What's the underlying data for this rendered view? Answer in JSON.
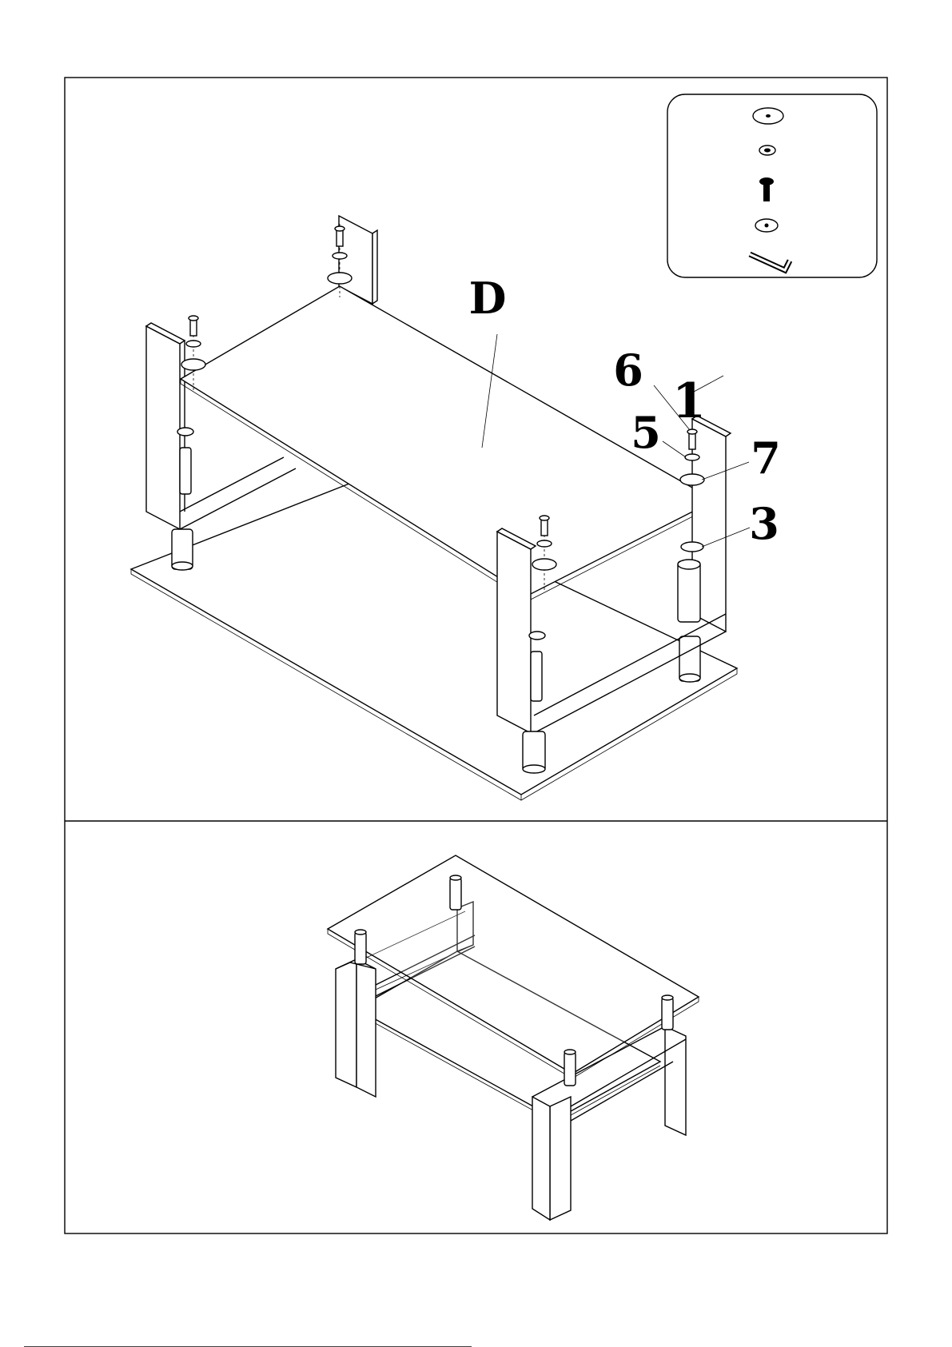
{
  "labels": {
    "glass_top": "D",
    "part_1": "1",
    "part_3": "3",
    "part_5": "5",
    "part_6": "6",
    "part_7": "7"
  },
  "hardware_box": {
    "items": [
      "large-washer",
      "small-washer",
      "bolt",
      "round-cap",
      "allen-key"
    ]
  },
  "colors": {
    "ink": "#000000",
    "paper": "#ffffff"
  }
}
